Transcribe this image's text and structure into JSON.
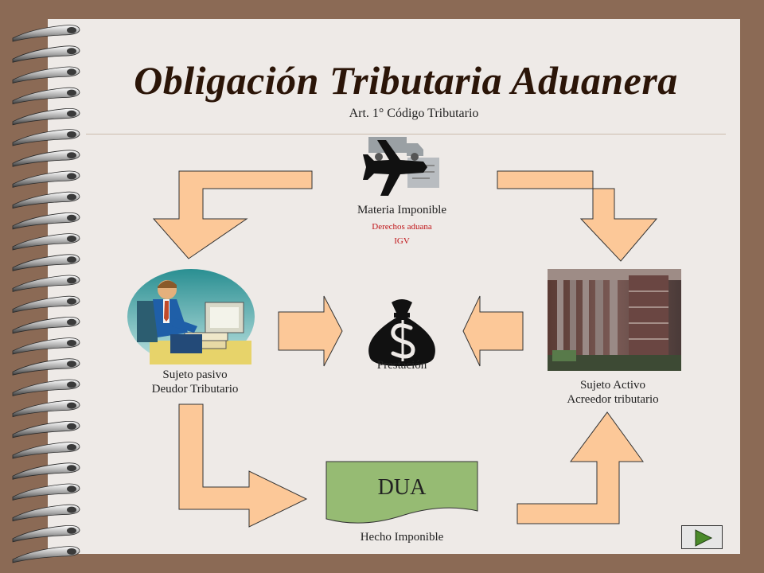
{
  "slide": {
    "title": "Obligación Tributaria Aduanera",
    "subtitle": "Art. 1° Código Tributario",
    "materia": {
      "label": "Materia Imponible",
      "items": [
        "Derechos aduana",
        "IGV"
      ]
    },
    "prestacion": {
      "label": "Prestación"
    },
    "sujeto_pasivo": {
      "line1": "Sujeto pasivo",
      "line2": "Deudor Tributario"
    },
    "sujeto_activo": {
      "line1": "Sujeto Activo",
      "line2": "Acreedor tributario"
    },
    "dua": {
      "label": "DUA"
    },
    "hecho": {
      "label": "Hecho Imponible"
    }
  },
  "icons": {
    "transport": "airplane-truck-icon",
    "money": "money-bag-icon",
    "debtor": "office-worker-illustration",
    "creditor": "building-photo",
    "next": "play-next-icon"
  },
  "colors": {
    "background": "#8b6a55",
    "paper": "#eeeae7",
    "arrow_fill": "#fcc898",
    "title": "#2b1508",
    "accent_red": "#c0161a",
    "dua_fill": "#96bb73"
  }
}
